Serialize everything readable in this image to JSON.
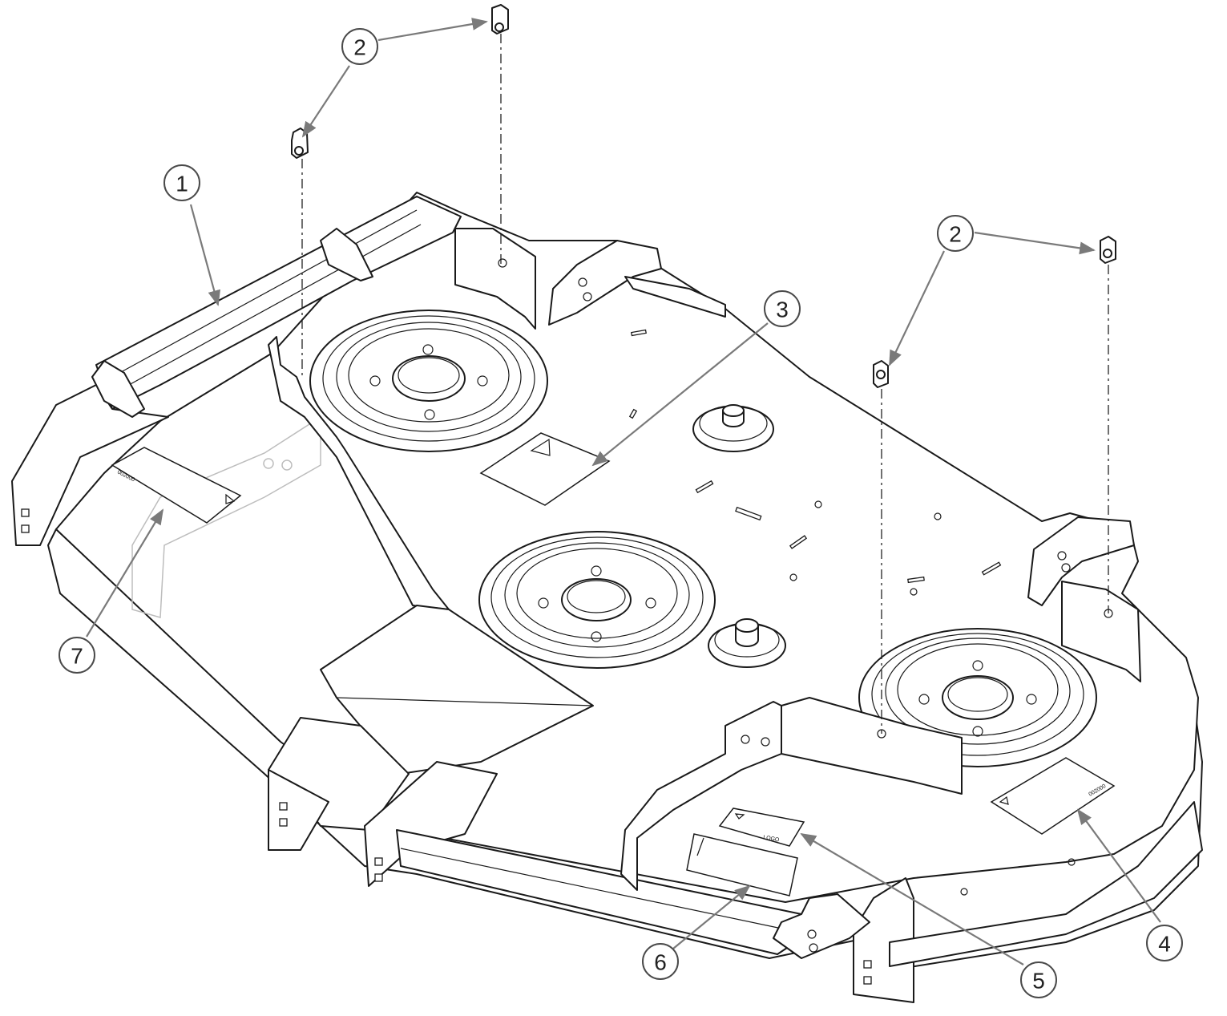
{
  "diagram": {
    "callouts": [
      {
        "id": "callout-1",
        "label": "1",
        "part": "mower-deck-shell"
      },
      {
        "id": "callout-2a",
        "label": "2",
        "part": "speed-nut-front-left"
      },
      {
        "id": "callout-2b",
        "label": "2",
        "part": "speed-nut-front-right"
      },
      {
        "id": "callout-3",
        "label": "3",
        "part": "decal-center"
      },
      {
        "id": "callout-4",
        "label": "4",
        "part": "decal-right"
      },
      {
        "id": "callout-5",
        "label": "5",
        "part": "decal-front-small"
      },
      {
        "id": "callout-6",
        "label": "6",
        "part": "decal-front-large"
      },
      {
        "id": "callout-7",
        "label": "7",
        "part": "decal-left"
      }
    ],
    "decal_text": {
      "left": "002000",
      "right": "002000",
      "front_small": "LOGO"
    },
    "colors": {
      "line": "#1a1a1a",
      "leader": "#7a7a7a",
      "callout_border": "#4a4a4a",
      "background": "#ffffff"
    }
  }
}
